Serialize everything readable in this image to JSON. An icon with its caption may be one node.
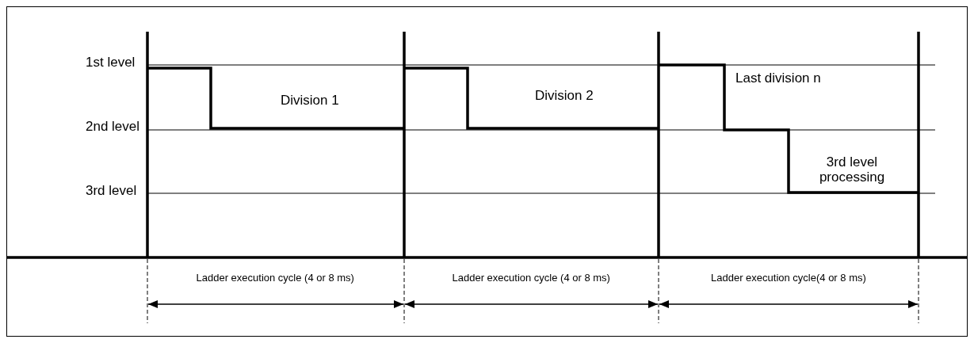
{
  "diagram": {
    "labels": [
      "1st level",
      "Last division n",
      "Division 1",
      "Division 2",
      "2nd level",
      "3rd level processing",
      "3rd level",
      "Ladder execution cycle (4 or 8 ms)",
      "Ladder execution cycle (4 or 8 ms)",
      "Ladder execution cycle(4 or 8 ms)"
    ]
  }
}
